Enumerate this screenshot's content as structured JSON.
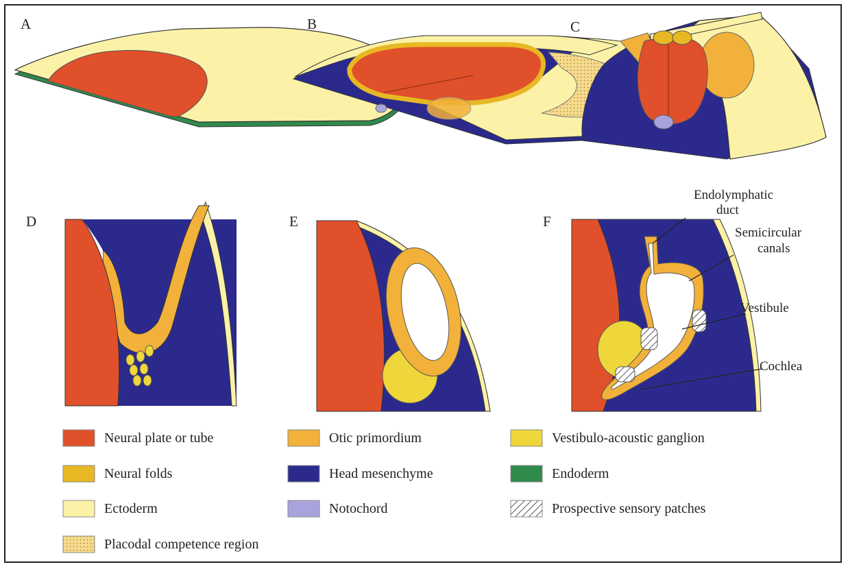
{
  "panels": {
    "a": "A",
    "b": "B",
    "c": "C",
    "d": "D",
    "e": "E",
    "f": "F"
  },
  "annotations": {
    "endolymphatic_1": "Endolymphatic",
    "endolymphatic_2": "duct",
    "semicircular_1": "Semicircular",
    "semicircular_2": "canals",
    "vestibule": "Vestibule",
    "cochlea": "Cochlea"
  },
  "legend": [
    {
      "label": "Neural plate or tube",
      "color": "#e0502a",
      "pattern": "solid"
    },
    {
      "label": "Otic primordium",
      "color": "#f2b13a",
      "pattern": "solid"
    },
    {
      "label": "Vestibulo-acoustic ganglion",
      "color": "#efd63a",
      "pattern": "solid"
    },
    {
      "label": "Neural folds",
      "color": "#e8b824",
      "pattern": "solid"
    },
    {
      "label": "Head mesenchyme",
      "color": "#2b2a8c",
      "pattern": "solid"
    },
    {
      "label": "Endoderm",
      "color": "#2f8a4c",
      "pattern": "solid"
    },
    {
      "label": "Ectoderm",
      "color": "#fbf2a8",
      "pattern": "solid"
    },
    {
      "label": "Notochord",
      "color": "#a9a3dd",
      "pattern": "solid"
    },
    {
      "label": "Prospective sensory patches",
      "color": "#ffffff",
      "pattern": "hatch"
    },
    {
      "label": "Placodal competence region",
      "color": "#f7d98a",
      "pattern": "dots"
    }
  ],
  "colors": {
    "neural": "#e0502a",
    "otic": "#f2b13a",
    "ganglion": "#efd63a",
    "folds": "#e8b824",
    "mesenchyme": "#2b2a8c",
    "endoderm": "#2f8a4c",
    "ectoderm": "#fbf2a8",
    "notochord": "#a9a3dd"
  }
}
